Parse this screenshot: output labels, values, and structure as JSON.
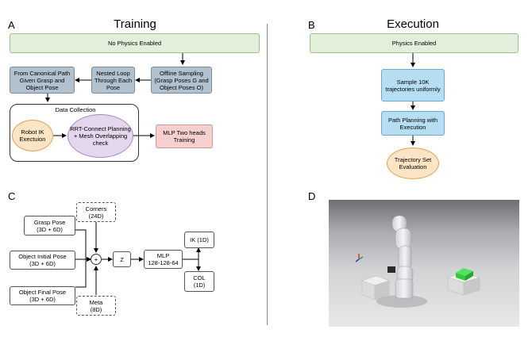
{
  "panel_a": {
    "letter": "A",
    "title": "Training",
    "no_physics": "No Physics Enabled",
    "offline_sampling": "Offline Sampling (Grasp Poses G and Object Poses O)",
    "nested_loop": "Nested Loop Through Each Pose",
    "canonical_path": "From Canonical Path Given Grasp and Object Pose",
    "data_collection": "Data Collection",
    "robot_ik": "Robot IK Exectuion",
    "rrt": "RRT-Connect Planning + Mesh Overlapping check",
    "mlp_two_heads": "MLP Two heads Training"
  },
  "panel_b": {
    "letter": "B",
    "title": "Execution",
    "physics_enabled": "Physics Enabled",
    "sample": "Sample 10K trajectories uniformly",
    "path_planning": "Path Planning with Execution",
    "trajectory_eval": "Trajectory Set Evaluation"
  },
  "panel_c": {
    "letter": "C",
    "grasp_pose": [
      "Grasp Pose",
      "(3D + 6D)"
    ],
    "object_initial_pose": [
      "Object Initial Pose",
      "(3D + 6D)"
    ],
    "object_final_pose": [
      "Object Final Pose",
      "(3D + 6D)"
    ],
    "corners": [
      "Corners",
      "(24D)"
    ],
    "meta": [
      "Meta",
      "(8D)"
    ],
    "sum_symbol": "+",
    "z": "Z",
    "mlp": [
      "MLP",
      "128-128-64"
    ],
    "ik": "IK (1D)",
    "col": [
      "COL",
      "(1D)"
    ]
  },
  "panel_d": {
    "letter": "D"
  },
  "colors": {
    "green": "#e2efda",
    "steel": "#b2c1ce",
    "blue": "#b5def2",
    "pink": "#f6cfcf",
    "orange": "#fce4c4",
    "purple": "#e4d6ec",
    "sim_object": "#2ecc3a"
  }
}
